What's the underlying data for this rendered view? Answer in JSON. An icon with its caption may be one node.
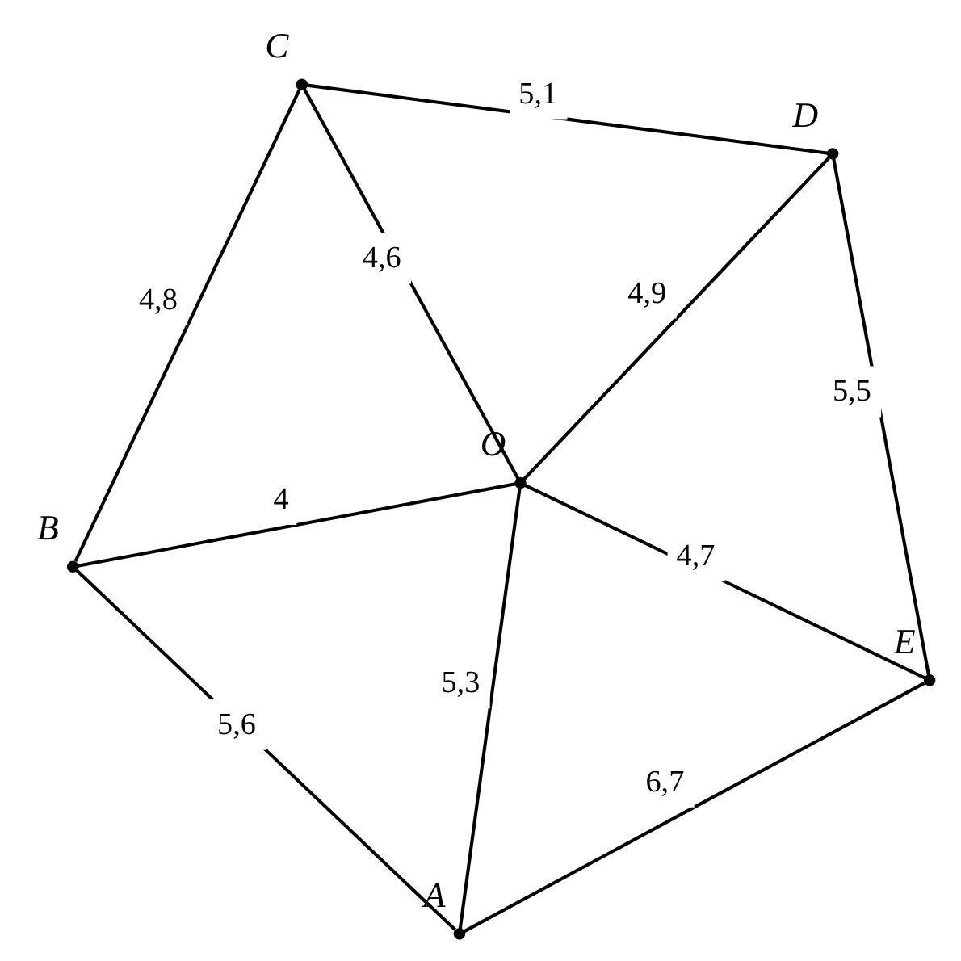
{
  "diagram": {
    "nodes": [
      {
        "text": [
          "D"
        ]
      },
      {
        "text": [
          "E"
        ]
      },
      {
        "text": [
          "O"
        ]
      },
      {
        "text": [
          "C"
        ]
      },
      {
        "text": [
          "A"
        ]
      },
      {
        "text": [
          "B"
        ]
      }
    ],
    "edges": [
      {
        "from": 1,
        "to": 0,
        "arrow": "none",
        "label": "5,5"
      },
      {
        "from": 0,
        "to": 3,
        "arrow": "none",
        "label": "5,1"
      },
      {
        "from": 1,
        "to": 2,
        "arrow": "none",
        "label": "4,7"
      },
      {
        "from": 2,
        "to": 0,
        "arrow": "none",
        "label": "4,9"
      },
      {
        "from": 2,
        "to": 3,
        "arrow": "none",
        "label": "4,6"
      },
      {
        "from": 1,
        "to": 4,
        "arrow": "none",
        "label": "6,7"
      },
      {
        "from": 4,
        "to": 2,
        "arrow": "none",
        "label": "5,3"
      },
      {
        "from": 2,
        "to": 5,
        "arrow": "none",
        "label": "4"
      },
      {
        "from": 5,
        "to": 3,
        "arrow": "none",
        "label": "4,8"
      },
      {
        "from": 4,
        "to": 5,
        "arrow": "none",
        "label": "5,6"
      }
    ]
  }
}
